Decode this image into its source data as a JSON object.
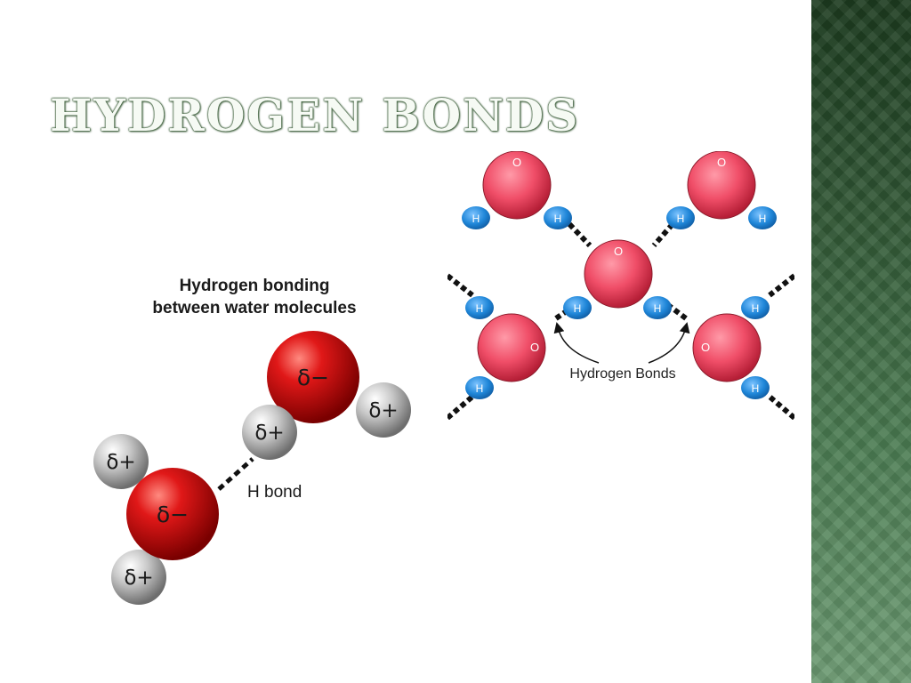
{
  "slide": {
    "title": "Hydrogen Bonds"
  },
  "left_figure": {
    "caption_line1": "Hydrogen bonding",
    "caption_line2": "between water molecules",
    "bond_label": "H bond",
    "oxygen_charge": "δ−",
    "hydrogen_charge": "δ+"
  },
  "right_figure": {
    "oxygen_label": "O",
    "hydrogen_label": "H",
    "bonds_label": "Hydrogen Bonds"
  },
  "colors": {
    "sidebar": "#3f6b45",
    "title_outline": "#4a6a48",
    "oxygen_red": "#c41010",
    "oxygen_pink": "#ee5068",
    "hydrogen_blue": "#1f86d8",
    "hydrogen_gray": "#a8a8a8"
  }
}
